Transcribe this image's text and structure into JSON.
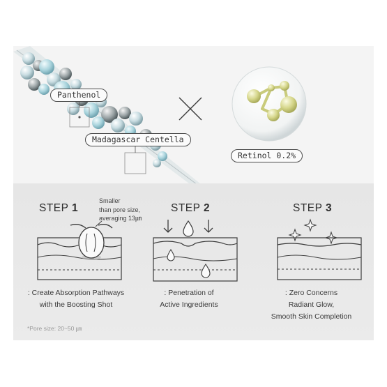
{
  "top": {
    "labels": {
      "panthenol": "Panthenol",
      "centella": "Madagascar Centella",
      "retinol": "Retinol 0.2%"
    }
  },
  "steps": [
    {
      "prefix": "STEP ",
      "number": "1",
      "note": [
        "Smaller",
        "than pore size,",
        "averaging 13㎛"
      ],
      "caption": [
        ": Create Absorption Pathways",
        "with the Boosting Shot"
      ]
    },
    {
      "prefix": "STEP ",
      "number": "2",
      "caption": [
        ": Penetration of",
        "Active Ingredients"
      ]
    },
    {
      "prefix": "STEP ",
      "number": "3",
      "caption": [
        ": Zero Concerns",
        "Radiant Glow,",
        "Smooth Skin Completion"
      ]
    }
  ],
  "footnote": "*Pore size: 20~50 ㎛",
  "colors": {
    "capsule": "#9ec9d3",
    "retinol": "#d7d88a",
    "line": "#3a3a3a"
  },
  "icons": [
    "multiply-icon",
    "arrow-down-icon",
    "droplet-icon",
    "sparkle-icon"
  ]
}
